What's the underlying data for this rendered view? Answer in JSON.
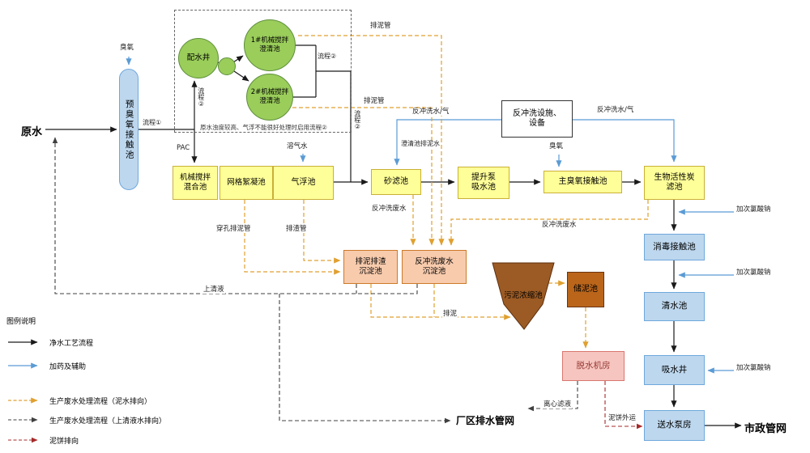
{
  "colors": {
    "flow": "#1a1a1a",
    "aux": "#5B9BD5",
    "sludge": "#E0A030",
    "supernatant": "#404040",
    "cake": "#A52A2A",
    "blue_fill": "#BDD7EE",
    "blue_stroke": "#6FA8DC",
    "yellow_fill": "#FFFF99",
    "yellow_stroke": "#C9B037",
    "green_fill": "#9ACD5A",
    "green_stroke": "#5E8F3C",
    "orange_fill": "#F8CBAD",
    "orange_stroke": "#CC7A29",
    "brown_fill": "#9C5B24",
    "brown_stroke": "#5C2E0E",
    "storage_fill": "#BA651A",
    "storage_stroke": "#6B3410",
    "pink_fill": "#F7C5C0",
    "pink_stroke": "#D9776F",
    "pink_text": "#963A34"
  },
  "nodes": {
    "raw_water": "原水",
    "pre_ozone": "预臭氧接触池",
    "dist_well": "配水井",
    "clarifier1": "1#机械搅拌\n澄清池",
    "clarifier2": "2#机械搅拌\n澄清池",
    "mixing": "机械搅拌\n混合池",
    "flocculation": "网格絮凝池",
    "flotation": "气浮池",
    "sand_filter": "砂滤池",
    "lift_pump": "提升泵\n吸水池",
    "main_ozone": "主臭氧接触池",
    "gac_filter": "生物活性炭\n滤池",
    "backwash_facility": "反冲洗设施、\n设备",
    "disinfection": "消毒接触池",
    "clear_water": "清水池",
    "suction_well": "吸水井",
    "pump_house": "送水泵房",
    "municipal": "市政管网",
    "sludge_sed": "排泥排渣\n沉淀池",
    "backwash_sed": "反冲洗废水\n沉淀池",
    "thickener": "污泥浓缩池",
    "sludge_storage": "储泥池",
    "dewatering": "脱水机房",
    "plant_drain": "厂区排水管网"
  },
  "labels": {
    "ozone_pre": "臭氧",
    "flow1": "流程①",
    "flow2_well": "流程②",
    "flow2_clarifier": "流程②",
    "flow2_bypass": "流程②",
    "note": "原水浊度较高、气浮不能很好处理时启用流程②",
    "pac": "PAC",
    "dissolved_air": "溶气水",
    "sludge_pipe_top": "排泥管",
    "sludge_pipe_mid": "排泥管",
    "clarifier_sludge": "澄清池排泥水",
    "backwash_wg_left": "反冲洗水/气",
    "backwash_wg_right": "反冲洗水/气",
    "ozone_main": "臭氧",
    "naclo1": "加次氯酸钠",
    "naclo2": "加次氯酸钠",
    "naclo3": "加次氯酸钠",
    "perforated_pipe": "穿孔排泥管",
    "slag_pipe": "排渣管",
    "bw_waste_sand": "反冲洗废水",
    "bw_waste_gac": "反冲洗废水",
    "supernatant": "上清液",
    "sludge_discharge": "排泥",
    "centrifugal_filtrate": "离心滤液",
    "cake_out": "泥饼外运"
  },
  "legend": {
    "title": "图例说明",
    "items": [
      "净水工艺流程",
      "加药及辅助",
      "生产废水处理流程（泥水排向）",
      "生产废水处理流程（上清液水排向）",
      "泥饼排向"
    ]
  }
}
